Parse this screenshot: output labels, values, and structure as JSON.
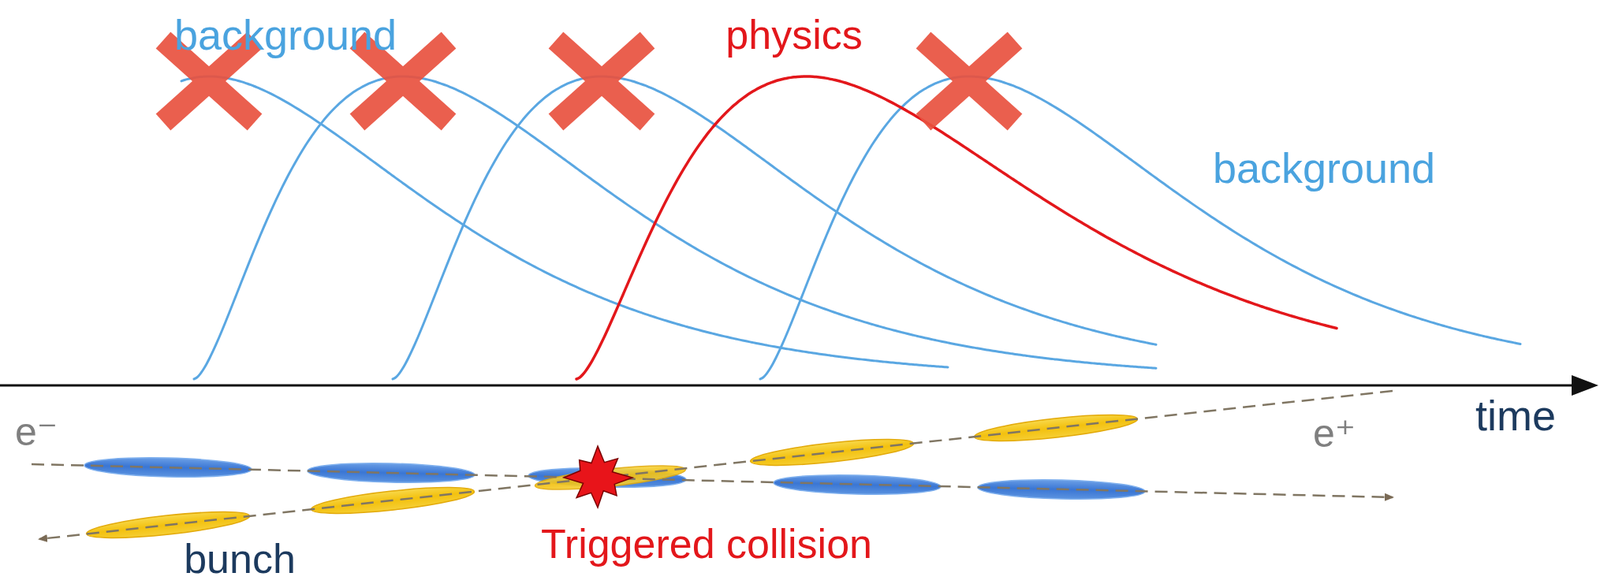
{
  "diagram": {
    "labels": [
      "background",
      "physics",
      "background",
      "time",
      "e⁻",
      "e⁺",
      "Triggered collision",
      "bunch"
    ]
  }
}
